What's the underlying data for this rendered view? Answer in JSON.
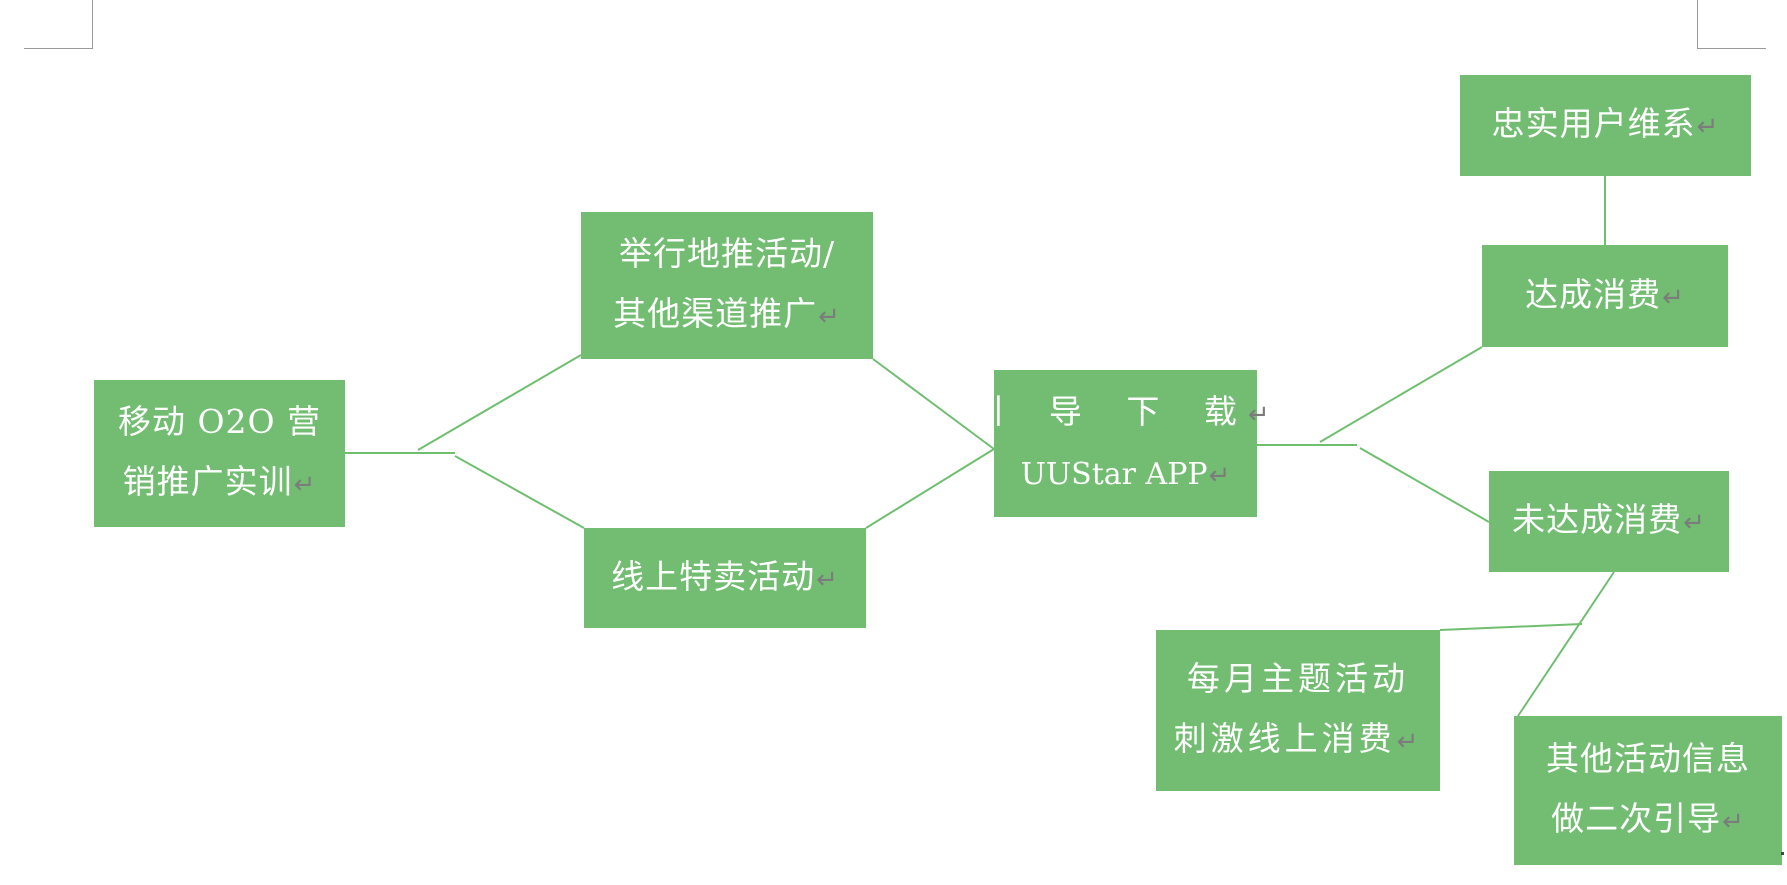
{
  "diagram": {
    "return_mark": "↵",
    "nodes": {
      "root": {
        "lines": [
          "移动 O2O 营",
          "销推广实训"
        ]
      },
      "offline": {
        "lines": [
          "举行地推活动/",
          "其他渠道推广"
        ]
      },
      "online": {
        "lines": [
          "线上特卖活动"
        ]
      },
      "download": {
        "lines": [
          "引 导 下 载",
          "UUStar APP"
        ]
      },
      "loyal": {
        "lines": [
          "忠实用户维系"
        ]
      },
      "consumed": {
        "lines": [
          "达成消费"
        ]
      },
      "not_consumed": {
        "lines": [
          "未达成消费"
        ]
      },
      "monthly": {
        "lines": [
          "每月主题活动",
          "刺激线上消费"
        ]
      },
      "other_info": {
        "lines": [
          "其他活动信息",
          "做二次引导"
        ]
      }
    },
    "colors": {
      "node_fill": "#72bd72",
      "connector": "#70bf70",
      "node_text": "#ffffff",
      "return_mark": "#7c7c7c"
    }
  }
}
